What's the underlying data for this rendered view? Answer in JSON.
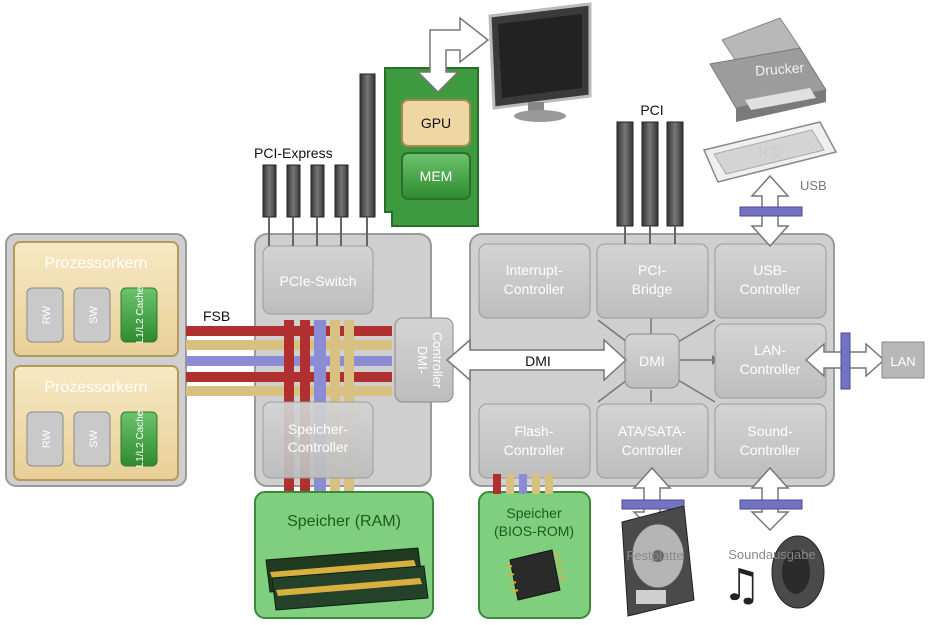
{
  "cpu": {
    "core1": {
      "title": "Prozessorkern",
      "rw": "RW",
      "sw": "SW",
      "cache": "L1/L2 Cache"
    },
    "core2": {
      "title": "Prozessorkern",
      "rw": "RW",
      "sw": "SW",
      "cache": "L1/L2 Cache"
    }
  },
  "bus": {
    "fsb": "FSB",
    "dmi": "DMI",
    "pcie": "PCI-Express",
    "pci": "PCI",
    "usb": "USB"
  },
  "northbridge": {
    "pcie_switch": "PCIe-Switch",
    "mem_ctrl_1": "Speicher-",
    "mem_ctrl_2": "Controller",
    "dmi_ctrl_1": "DMI-",
    "dmi_ctrl_2": "Controller"
  },
  "gpu_card": {
    "gpu": "GPU",
    "mem": "MEM"
  },
  "southbridge": {
    "interrupt_1": "Interrupt-",
    "interrupt_2": "Controller",
    "pci_bridge_1": "PCI-",
    "pci_bridge_2": "Bridge",
    "usb_ctrl_1": "USB-",
    "usb_ctrl_2": "Controller",
    "dmi": "DMI",
    "lan_ctrl_1": "LAN-",
    "lan_ctrl_2": "Controller",
    "flash_1": "Flash-",
    "flash_2": "Controller",
    "ata_1": "ATA/SATA-",
    "ata_2": "Controller",
    "sound_1": "Sound-",
    "sound_2": "Controller"
  },
  "memory": {
    "ram": "Speicher (RAM)",
    "bios_1": "Speicher",
    "bios_2": "(BIOS-ROM)"
  },
  "devices": {
    "printer": "Drucker",
    "hid": "HID",
    "lan": "LAN",
    "disk": "Festplatte",
    "sound": "Soundausgabe"
  },
  "colors": {
    "core_fill": "#f0deb4",
    "core_stroke": "#a08850",
    "green": "#3f9a3f",
    "grey_box": "#c8c8c8",
    "bus_red": "#b03030",
    "bus_blue": "#8080cc",
    "bus_tan": "#d8c080",
    "connector": "#6b6bb8"
  }
}
